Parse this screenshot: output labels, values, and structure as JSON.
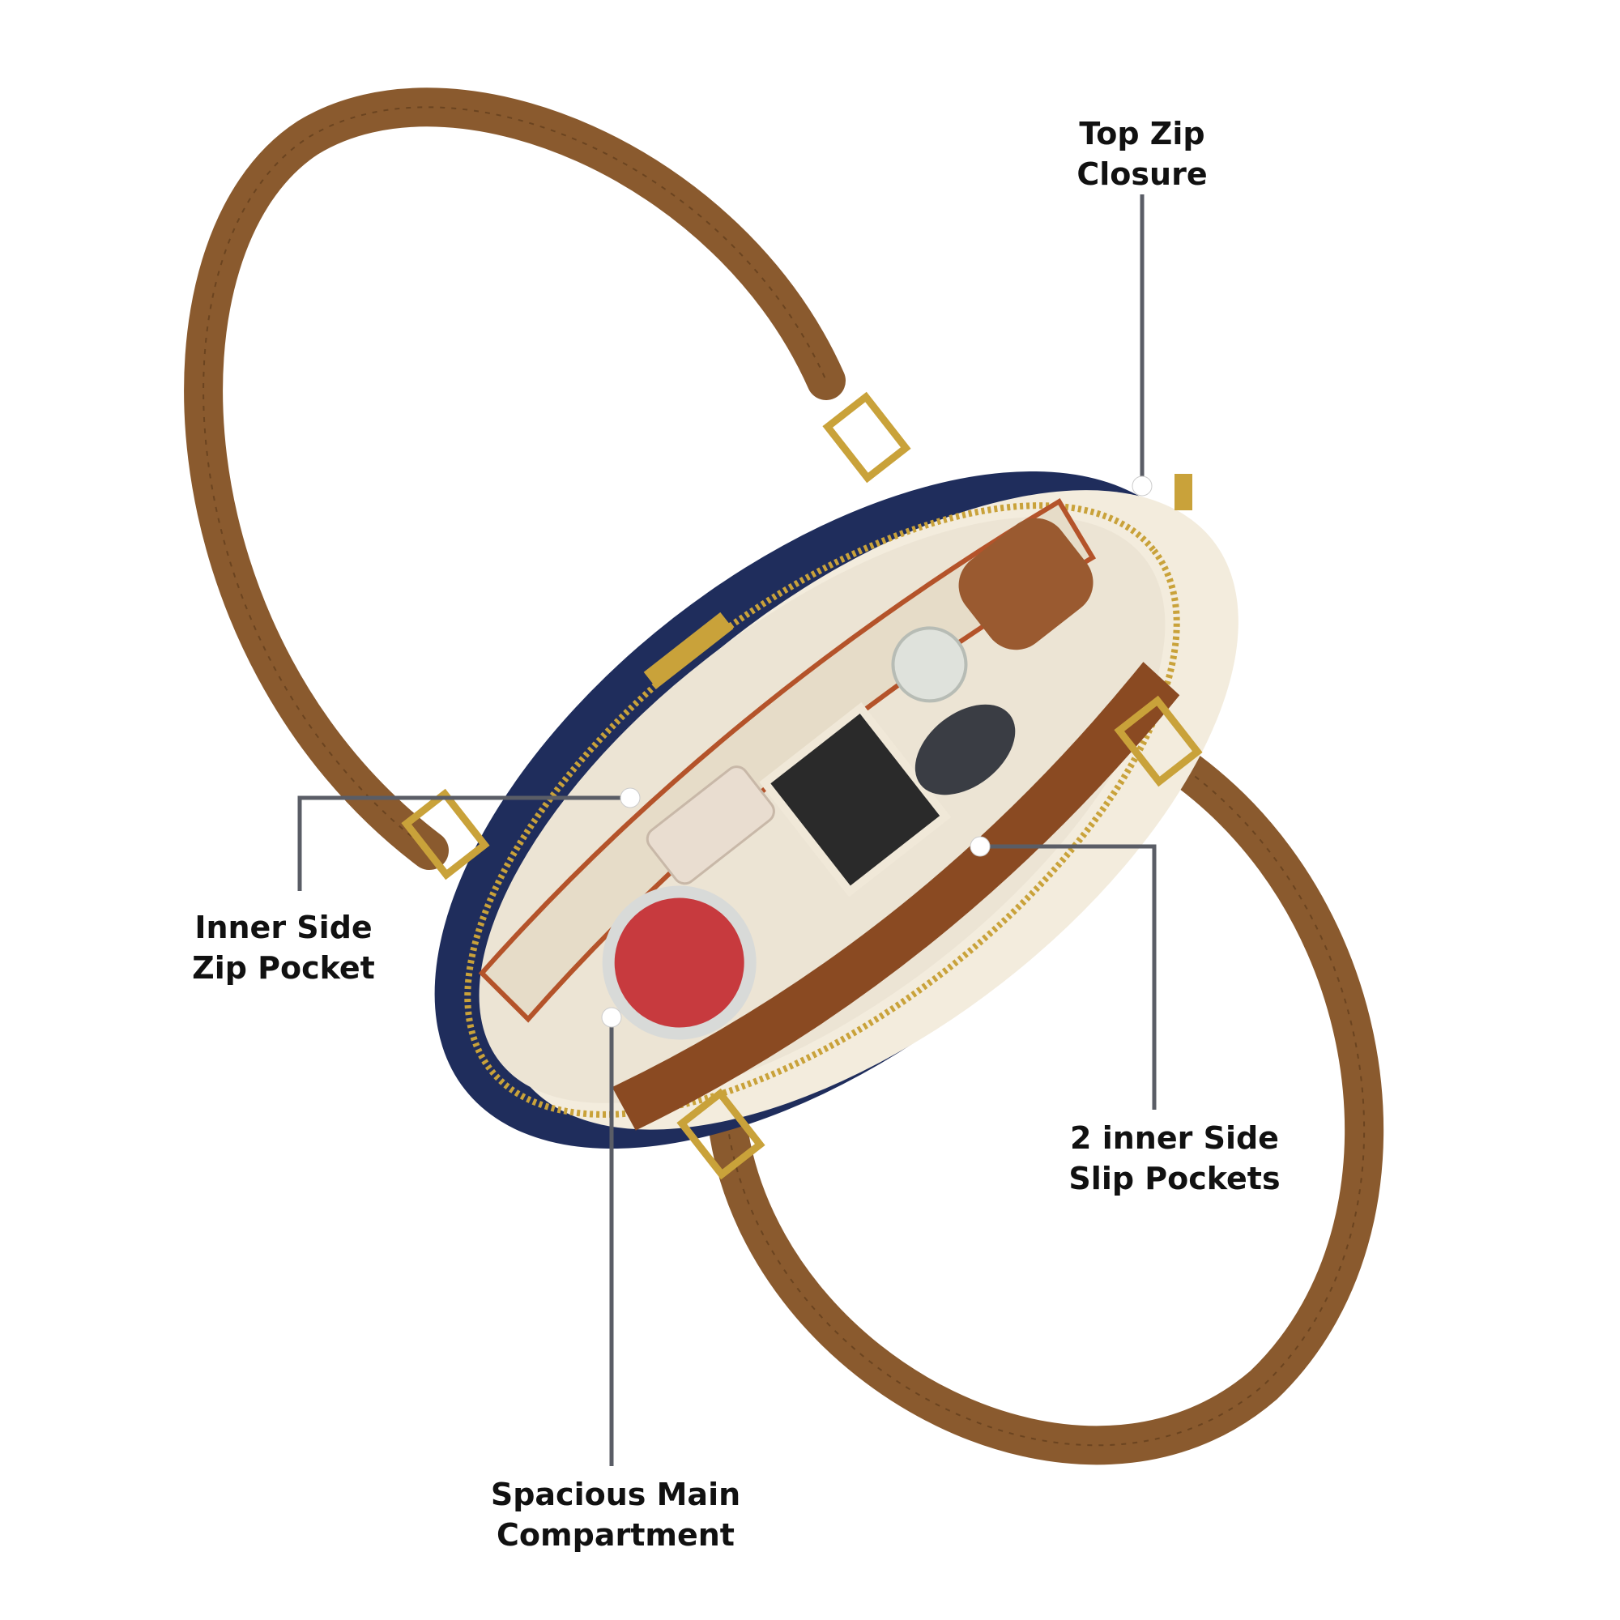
{
  "colors": {
    "strap": "#8a5a2e",
    "strap_dark": "#6b4420",
    "navy": "#1f2d5c",
    "cream": "#f3ecdd",
    "lining": "#ece4d4",
    "gold": "#c9a23a",
    "callout_line": "#5a5d66",
    "callout_dot": "#ffffff",
    "label_text": "#111111"
  },
  "callouts": {
    "top_zip": {
      "line1": "Top Zip",
      "line2": "Closure"
    },
    "inner_zip": {
      "line1": "Inner Side",
      "line2": "Zip Pocket"
    },
    "slip_pockets": {
      "line1": "2 inner Side",
      "line2": "Slip Pockets"
    },
    "main_compartment": {
      "line1": "Spacious Main",
      "line2": "Compartment"
    }
  }
}
